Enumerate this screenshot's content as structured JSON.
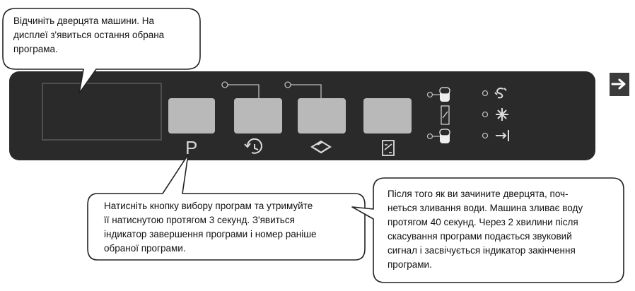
{
  "colors": {
    "panel": "#2a2a2a",
    "button": "#b9b9b9",
    "icon": "#dcdcdc",
    "arrow_box": "#3b3b3b"
  },
  "panel": {
    "program_button_label": "P",
    "buttons": [
      {
        "name": "program",
        "icon": "p-letter"
      },
      {
        "name": "delay-start",
        "icon": "timer-icon"
      },
      {
        "name": "rinse-aid",
        "icon": "rinse-aid-icon"
      },
      {
        "name": "half-load",
        "icon": "half-load-icon"
      }
    ],
    "indicators": [
      {
        "name": "salt",
        "icon": "salt-icon"
      },
      {
        "name": "rinse-aid",
        "icon": "sparkle-icon"
      },
      {
        "name": "end",
        "icon": "end-arrow-icon"
      }
    ],
    "next_arrow_icon": "arrow-right-icon"
  },
  "callouts": {
    "top_left": {
      "lines": [
        "Відчиніть дверцята машини. На",
        "дисплеї з'явиться остання обрана",
        "програма."
      ]
    },
    "bottom_left": {
      "lines": [
        "Натисніть кнопку вибору програм та утримуйте",
        "її натиснутою протягом 3 секунд. З'явиться",
        "індикатор завершення програми і номер раніше",
        "обраної програми."
      ]
    },
    "bottom_right": {
      "lines": [
        "Після того як ви зачините дверцята, поч-",
        "неться зливання води. Машина зливає воду",
        "протягом 40 секунд. Через 2 хвилини після",
        "скасування програми подається звуковий",
        "сигнал і засвічується індикатор закінчення",
        "програми."
      ]
    }
  }
}
